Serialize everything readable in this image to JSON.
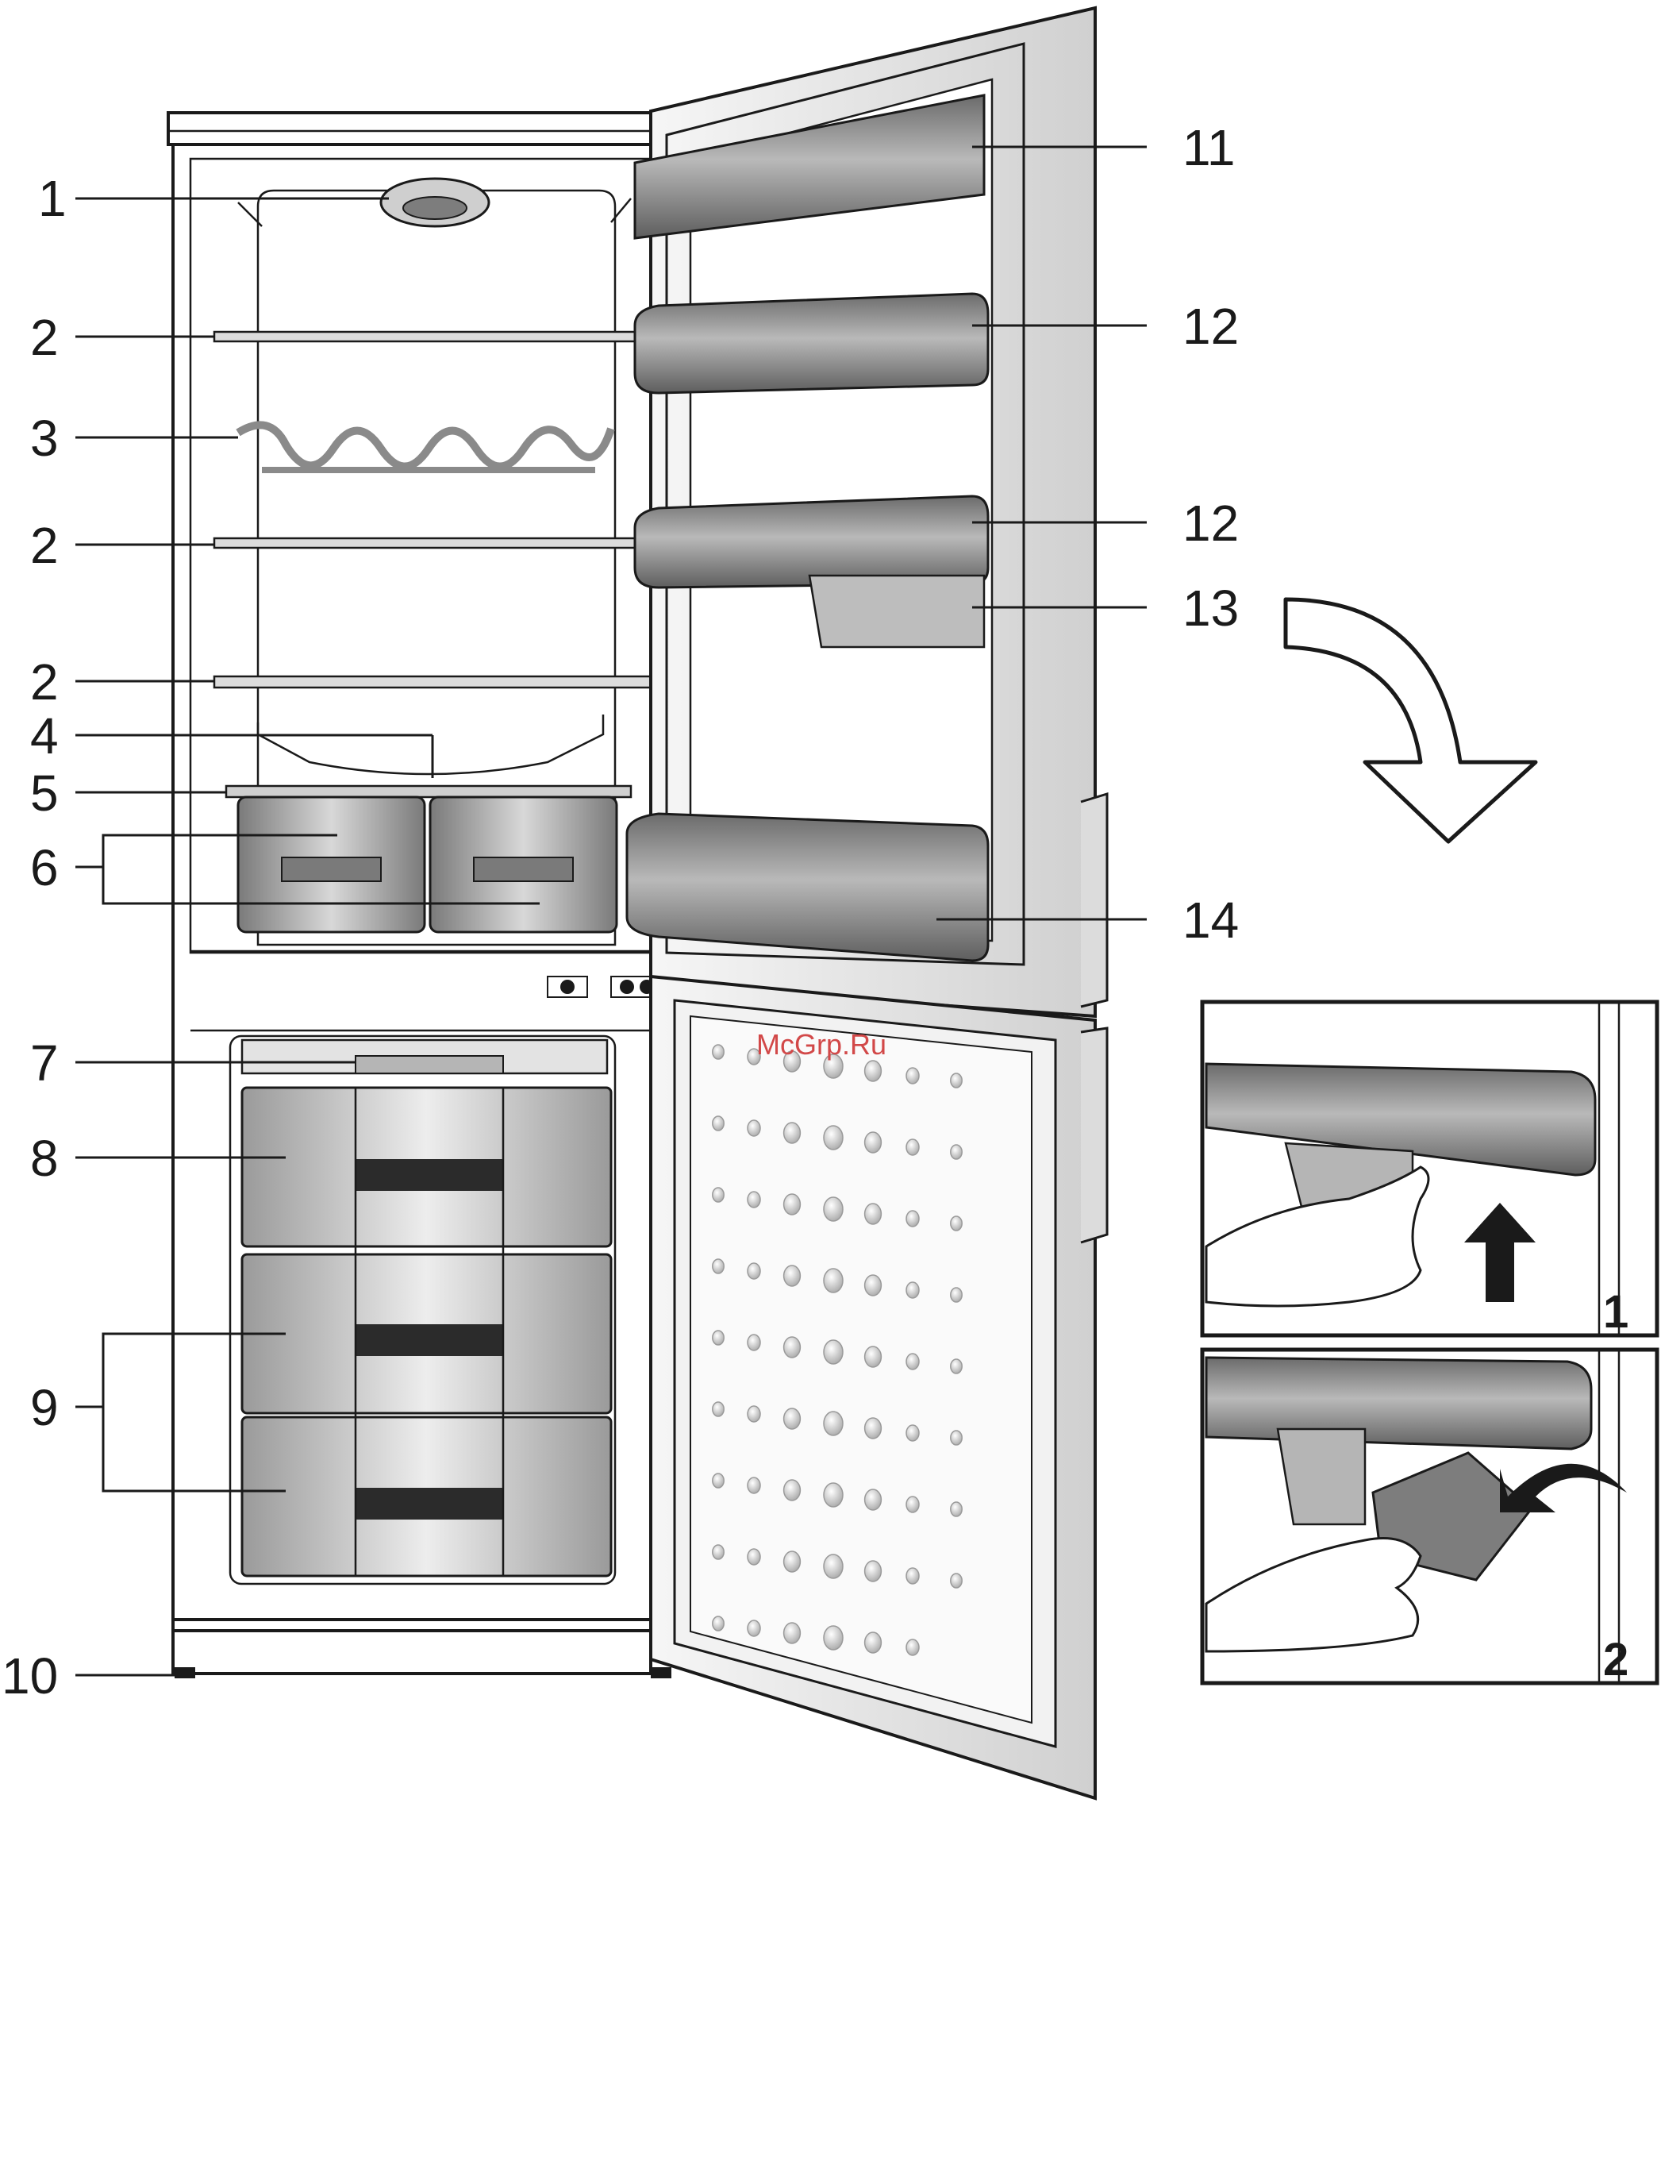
{
  "watermark": "McGrp.Ru",
  "callouts": {
    "c1": "1",
    "c2a": "2",
    "c3": "3",
    "c2b": "2",
    "c2c": "2",
    "c4": "4",
    "c5": "5",
    "c6": "6",
    "c7": "7",
    "c8": "8",
    "c9": "9",
    "c10": "10",
    "c11": "11",
    "c12a": "12",
    "c12b": "12",
    "c13": "13",
    "c14": "14"
  },
  "insets": {
    "step1": "1",
    "step2": "2"
  },
  "colors": {
    "outline": "#1a1a1a",
    "shelf_gray": "#8a8a8a",
    "panel_light": "#e6e6e6",
    "watermark": "#d24848"
  },
  "icons": {
    "rotate_arrow": "curved-arrow-down-icon",
    "up_arrow": "arrow-up-icon",
    "curl_arrow": "curved-arrow-left-icon"
  }
}
